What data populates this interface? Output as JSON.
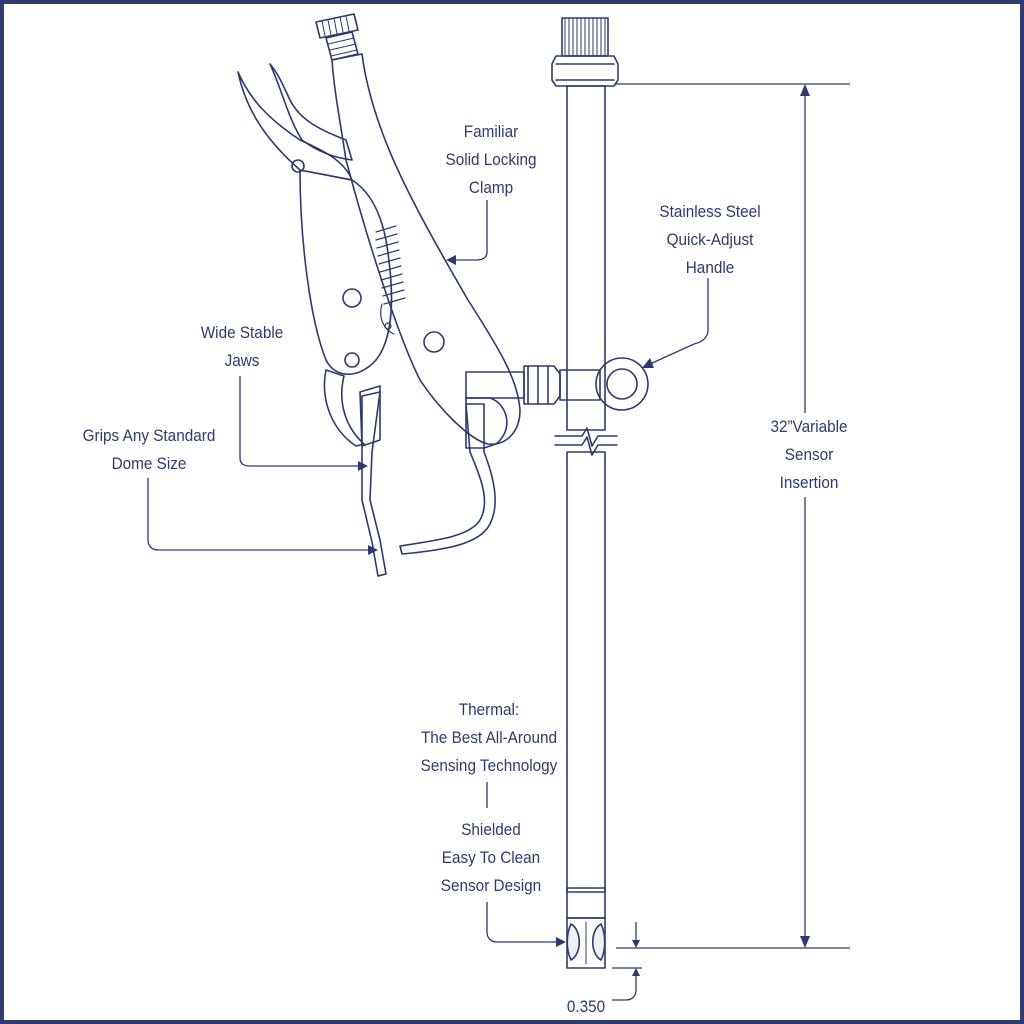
{
  "labels": {
    "clamp": [
      "Familiar",
      "Solid Locking",
      "Clamp"
    ],
    "handle": [
      "Stainless Steel",
      "Quick-Adjust",
      "Handle"
    ],
    "jaws": [
      "Wide Stable",
      "Jaws"
    ],
    "grips": [
      "Grips Any Standard",
      "Dome Size"
    ],
    "insertion": [
      "32”Variable",
      "Sensor",
      "Insertion"
    ],
    "thermal": [
      "Thermal:",
      "The Best All-Around",
      "Sensing Technology"
    ],
    "shielded": [
      "Shielded",
      "Easy To Clean",
      "Sensor Design"
    ],
    "dimension": "0.350"
  },
  "colors": {
    "line": "#2e3a6e",
    "border": "#2e3a6e",
    "background": "#ffffff"
  }
}
